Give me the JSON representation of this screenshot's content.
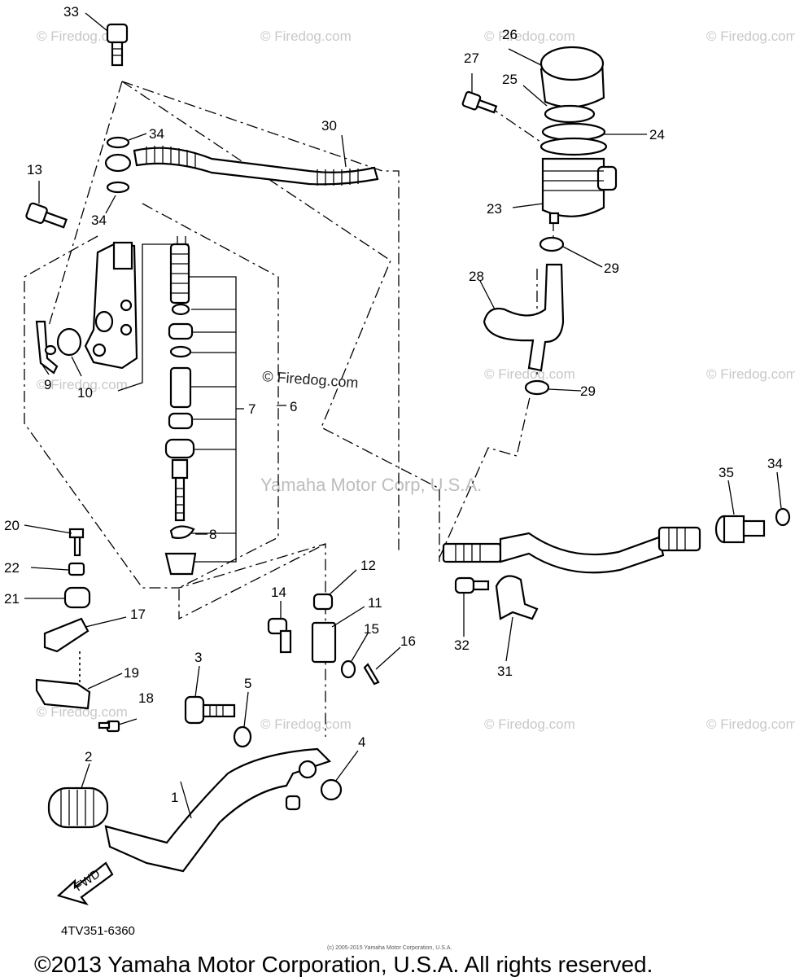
{
  "diagram": {
    "callouts": [
      {
        "num": "1"
      },
      {
        "num": "2"
      },
      {
        "num": "3"
      },
      {
        "num": "4"
      },
      {
        "num": "5"
      },
      {
        "num": "6"
      },
      {
        "num": "7"
      },
      {
        "num": "8"
      },
      {
        "num": "9"
      },
      {
        "num": "10"
      },
      {
        "num": "11"
      },
      {
        "num": "12"
      },
      {
        "num": "13"
      },
      {
        "num": "14"
      },
      {
        "num": "15"
      },
      {
        "num": "16"
      },
      {
        "num": "17"
      },
      {
        "num": "18"
      },
      {
        "num": "19"
      },
      {
        "num": "20"
      },
      {
        "num": "21"
      },
      {
        "num": "22"
      },
      {
        "num": "23"
      },
      {
        "num": "24"
      },
      {
        "num": "25"
      },
      {
        "num": "26"
      },
      {
        "num": "27"
      },
      {
        "num": "28"
      },
      {
        "num": "29"
      },
      {
        "num": "29"
      },
      {
        "num": "30"
      },
      {
        "num": "31"
      },
      {
        "num": "32"
      },
      {
        "num": "33"
      },
      {
        "num": "34"
      },
      {
        "num": "34"
      },
      {
        "num": "34"
      },
      {
        "num": "35"
      }
    ],
    "watermark_small": "© Firedog.com",
    "watermark_center": "Yamaha Motor Corp, U.S.A.",
    "fwd_label": "FWD",
    "diagram_code": "4TV351-6360",
    "tiny_notice": "(c) 2005-2015 Yamaha Motor Corporation, U.S.A.",
    "copyright": "©2013 Yamaha Motor Corporation, U.S.A. All rights reserved."
  }
}
